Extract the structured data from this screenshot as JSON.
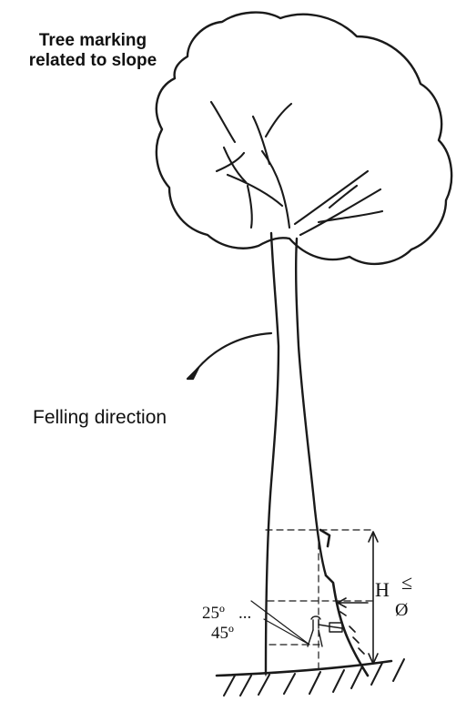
{
  "diagram": {
    "title_lines": [
      "Tree marking",
      "related to slope"
    ],
    "felling_label": "Felling direction",
    "angle_min": "25º",
    "angle_sep": "...",
    "angle_max": "45º",
    "height_symbol": "H",
    "relation_symbol": "≤",
    "diameter_symbol": "Ø"
  }
}
